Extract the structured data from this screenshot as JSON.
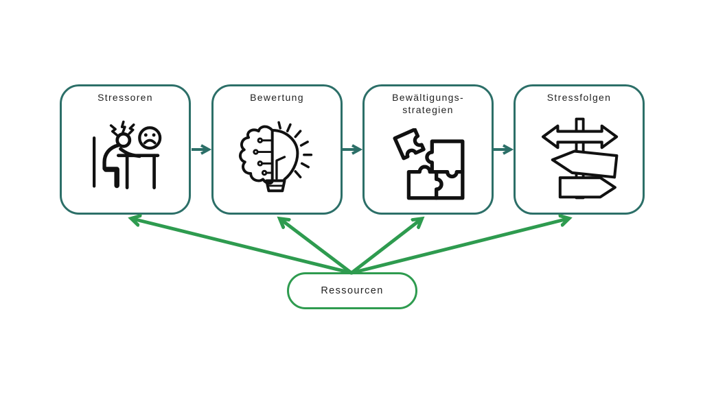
{
  "colors": {
    "teal": "#2c6f68",
    "green": "#2e9b4f",
    "ink": "#111111",
    "text": "#1f1f1f",
    "bg": "#ffffff"
  },
  "boxes": [
    {
      "id": "stressoren",
      "title_lines": [
        "Stressoren",
        ""
      ],
      "icon": "stressed-person-desk-icon"
    },
    {
      "id": "bewertung",
      "title_lines": [
        "Bewertung",
        ""
      ],
      "icon": "brain-lightbulb-icon"
    },
    {
      "id": "bewaeltigungsstrategien",
      "title_lines": [
        "Bewältigungs-",
        "strategien"
      ],
      "icon": "puzzle-pieces-icon"
    },
    {
      "id": "stressfolgen",
      "title_lines": [
        "Stressfolgen",
        ""
      ],
      "icon": "signpost-icon"
    }
  ],
  "resource_box": {
    "title": "Ressourcen"
  },
  "connections": {
    "flow": [
      "Stressoren → Bewertung",
      "Bewertung → Bewältigungs-strategien",
      "Bewältigungs-strategien → Stressfolgen"
    ],
    "resource_arrows": [
      "Ressourcen → Stressoren",
      "Ressourcen → Bewertung",
      "Ressourcen → Bewältigungs-strategien",
      "Ressourcen → Stressfolgen"
    ]
  }
}
